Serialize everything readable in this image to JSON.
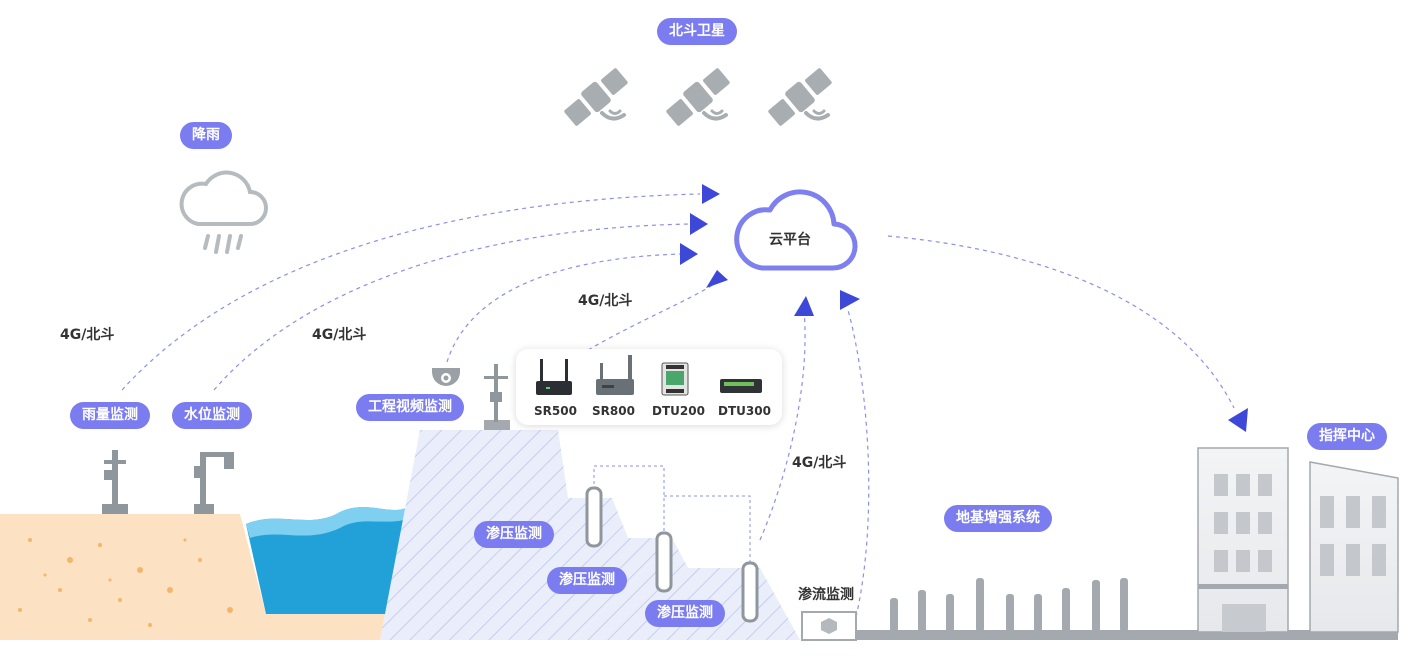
{
  "satellite_label": "北斗卫星",
  "rain_label": "降雨",
  "cloud_label": "云平台",
  "links": [
    "4G/北斗",
    "4G/北斗",
    "4G/北斗",
    "4G/北斗"
  ],
  "stations": {
    "rainfall": "雨量监测",
    "water_level": "水位监测",
    "video": "工程视频监测",
    "seepage_flow": "渗流监测",
    "osmotic": [
      "渗压监测",
      "渗压监测",
      "渗压监测"
    ],
    "gnss": "地基增强系统",
    "command": "指挥中心"
  },
  "devices": [
    "SR500",
    "SR800",
    "DTU200",
    "DTU300"
  ],
  "colors": {
    "accent": "#7a7cf0",
    "arrow": "#3d47d8",
    "sand": "#fce3c4",
    "water": "#1fa0d8",
    "dam": "#e8ebf8",
    "gray": "#a3a9ae"
  }
}
